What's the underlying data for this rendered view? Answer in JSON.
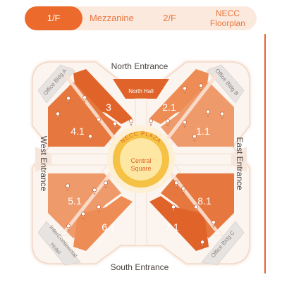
{
  "tabs": [
    {
      "label": "1/F",
      "active": true
    },
    {
      "label": "Mezzanine",
      "active": false
    },
    {
      "label": "2/F",
      "active": false
    },
    {
      "label": "NECC Floorplan",
      "active": false
    }
  ],
  "entrances": {
    "north": "North Entrance",
    "south": "South Entrance",
    "west": "West Entrance",
    "east": "East Entrance"
  },
  "halls": {
    "h3": "3",
    "h21": "2.1",
    "h41": "4.1",
    "h11": "1.1",
    "h51": "5.1",
    "h61": "6.1",
    "h71": "7.1",
    "h81": "8.1",
    "north_hall": "North Hall"
  },
  "buildings": {
    "office_a": "Office Bldg A",
    "office_b": "Office Bldg B",
    "office_c": "Office Bldg C",
    "hotel_line1": "InterContinental",
    "hotel_line2": "Hotel"
  },
  "plaza": {
    "ring_label": "NECC PLAZA",
    "center_line1": "Central",
    "center_line2": "Square"
  },
  "colors": {
    "accent": "#eb6a2c",
    "hall_dark": "#e0642a",
    "hall_light": "#ef9a6b",
    "plaza_ring": "#f6c245",
    "plaza_center": "#fde7a2"
  }
}
